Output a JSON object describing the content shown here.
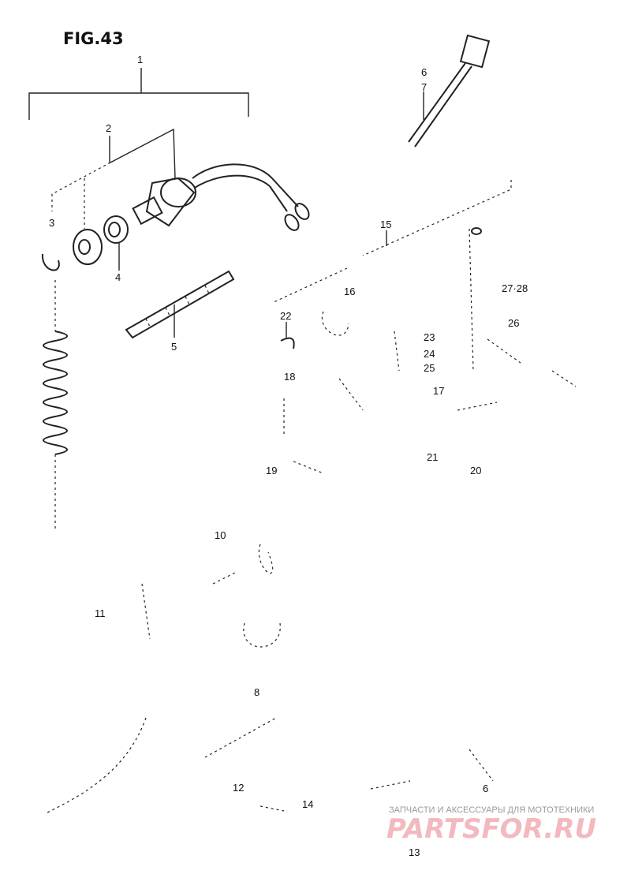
{
  "figure": {
    "title": "FIG.43",
    "callouts": {
      "p1": "1",
      "p2": "2",
      "p3": "3",
      "p4": "4",
      "p5": "5",
      "p6": "6",
      "p7": "7",
      "p8": "8",
      "p10": "10",
      "p11": "11",
      "p12": "12",
      "p13": "13",
      "p14": "14",
      "p15": "15",
      "p16": "16",
      "p17": "17",
      "p18": "18",
      "p19": "19",
      "p20": "20",
      "p21": "21",
      "p22": "22",
      "p23": "23",
      "p24": "24",
      "p25": "25",
      "p26": "26",
      "p2728": "27·28",
      "p6b": "6"
    }
  },
  "watermark": {
    "caption": "ЗАПЧАСТИ И АКСЕССУАРЫ ДЛЯ МОТОТЕХНИКИ",
    "logo": "PARTSFOR.RU"
  }
}
